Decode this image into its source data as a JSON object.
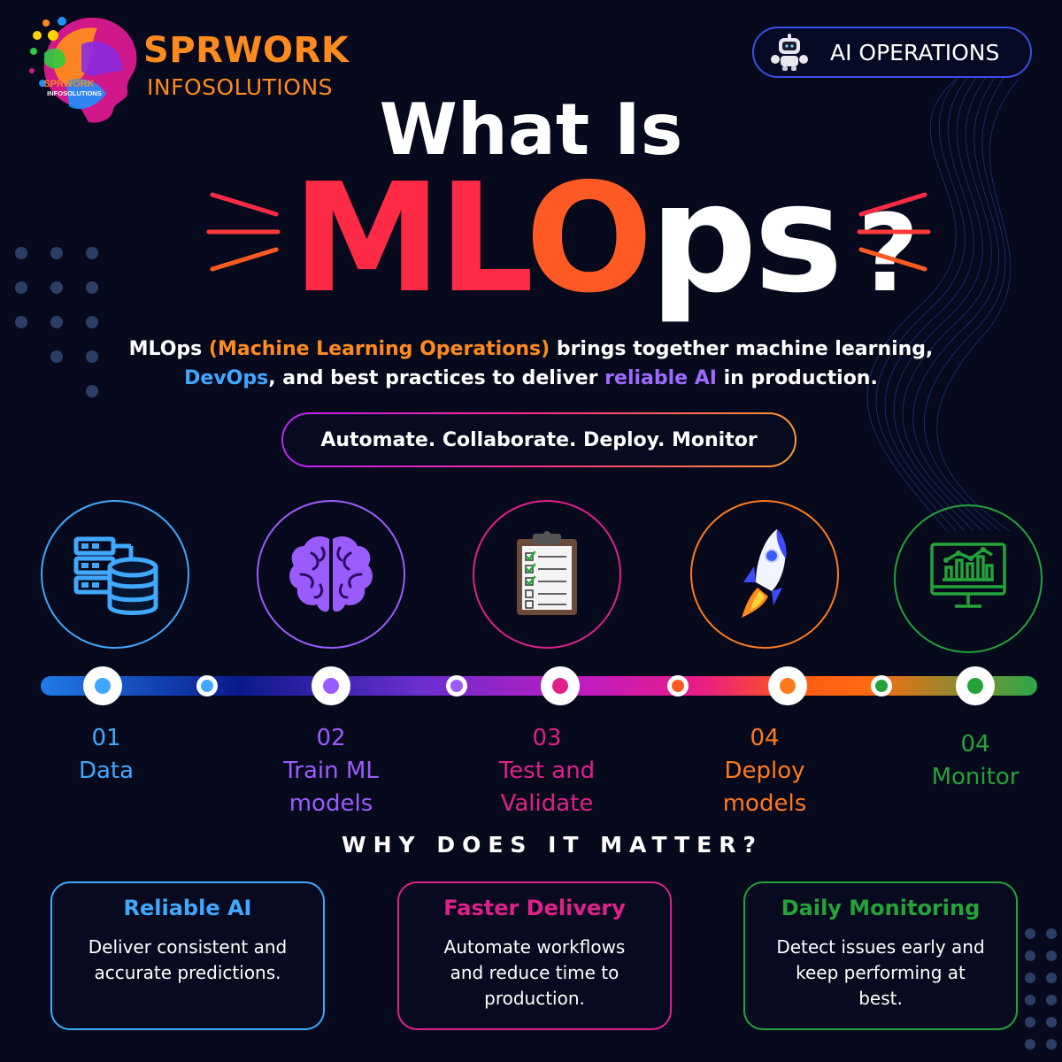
{
  "brand": {
    "name": "SPRWORK",
    "sub": "INFOSOLUTIONS",
    "logo_text": "SPRWORK INFOSOLUTIONS"
  },
  "badge": {
    "label": "AI OPERATIONS",
    "icon": "robot-icon"
  },
  "headline": {
    "line1": "What Is",
    "ml": "ML",
    "o": "O",
    "ps": "ps",
    "q": "?"
  },
  "description": {
    "p1": "MLOps ",
    "highlight1": "(Machine Learning Operations)",
    "p2": " brings together machine learning,",
    "highlight2": "DevOps",
    "p3": ", and best practices to deliver ",
    "highlight3": "reliable AI",
    "p4": " in production."
  },
  "tagline": "Automate. Collaborate. Deploy. Monitor",
  "steps": [
    {
      "num": "01",
      "line1": "Data",
      "line2": "",
      "icon": "database-icon",
      "color": "#40a8ff"
    },
    {
      "num": "02",
      "line1": "Train ML",
      "line2": "models",
      "icon": "brain-icon",
      "color": "#9b5cff"
    },
    {
      "num": "03",
      "line1": "Test and",
      "line2": "Validate",
      "icon": "clipboard-checklist-icon",
      "color": "#e0208a"
    },
    {
      "num": "04",
      "line1": "Deploy",
      "line2": "models",
      "icon": "rocket-icon",
      "color": "#ff7a1e"
    },
    {
      "num": "04",
      "line1": "Monitor",
      "line2": "",
      "icon": "monitor-chart-icon",
      "color": "#24a33a"
    }
  ],
  "why": {
    "heading": "WHY DOES IT MATTER?",
    "cards": [
      {
        "title": "Reliable AI",
        "body": "Deliver consistent and accurate predictions.",
        "color": "#40a8ff"
      },
      {
        "title": "Faster Delivery",
        "body": "Automate workflows and reduce time to production.",
        "color": "#e0208a"
      },
      {
        "title": "Daily Monitoring",
        "body": "Detect issues early and keep performing at best.",
        "color": "#24a33a"
      }
    ]
  }
}
